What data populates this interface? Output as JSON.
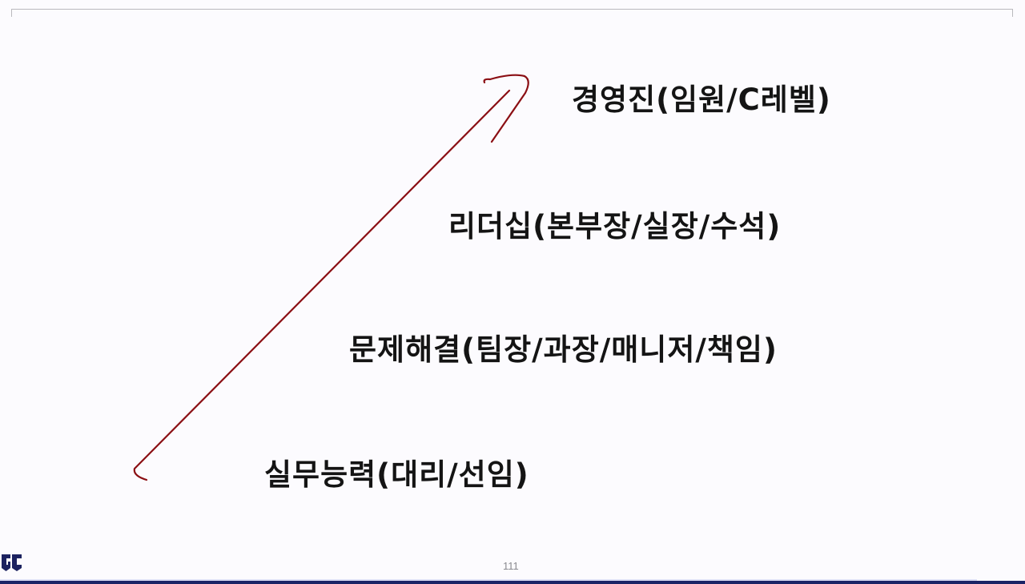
{
  "slide": {
    "levels": [
      {
        "id": "executive",
        "label": "경영진(임원/C레벨)"
      },
      {
        "id": "leadership",
        "label": "리더십(본부장/실장/수석)"
      },
      {
        "id": "problem-solving",
        "label": "문제해결(팀장/과장/매니저/책임)"
      },
      {
        "id": "practical",
        "label": "실무능력(대리/선임)"
      }
    ],
    "arrow": {
      "color": "#8b0f14",
      "direction": "up-right"
    },
    "page_number": "111",
    "logo": {
      "text": "GC",
      "color": "#1c2260"
    },
    "colors": {
      "background": "#fcfbfe",
      "text": "#141414",
      "bottom_bar": "#1a2466",
      "frame_line": "#b9b9bd"
    }
  }
}
